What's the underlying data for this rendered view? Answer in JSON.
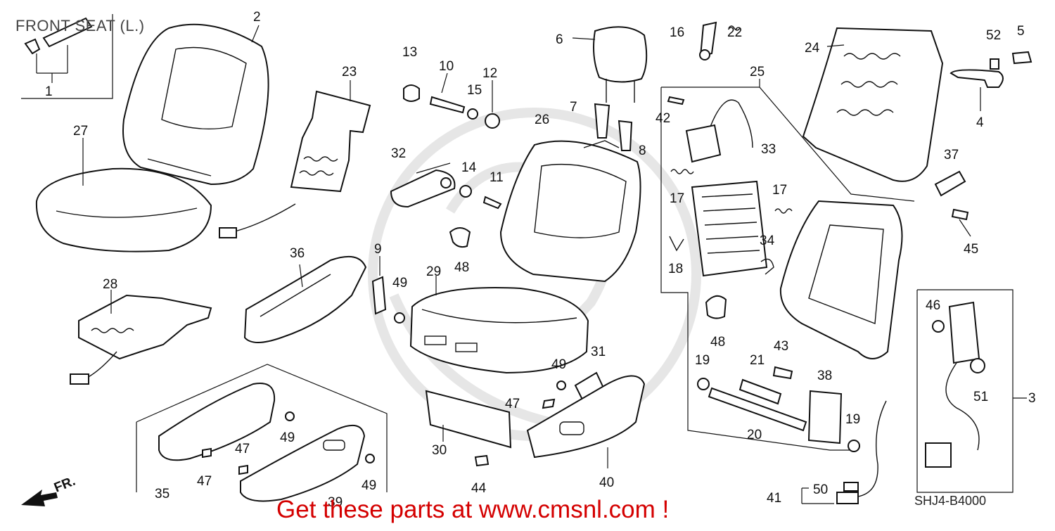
{
  "diagram": {
    "title": "FRONT SEAT (L.)",
    "code": "SHJ4-B4000",
    "footer": "Get these parts at www.cmsnl.com !",
    "direction_label": "FR.",
    "callouts": [
      "1",
      "2",
      "3",
      "4",
      "5",
      "6",
      "7",
      "8",
      "9",
      "10",
      "11",
      "12",
      "13",
      "14",
      "15",
      "16",
      "17",
      "17",
      "18",
      "19",
      "19",
      "20",
      "21",
      "22",
      "23",
      "24",
      "25",
      "26",
      "27",
      "28",
      "29",
      "30",
      "31",
      "32",
      "33",
      "34",
      "35",
      "36",
      "37",
      "38",
      "39",
      "40",
      "41",
      "42",
      "43",
      "44",
      "45",
      "46",
      "47",
      "47",
      "47",
      "48",
      "48",
      "49",
      "49",
      "49",
      "49",
      "50",
      "51",
      "52"
    ]
  }
}
